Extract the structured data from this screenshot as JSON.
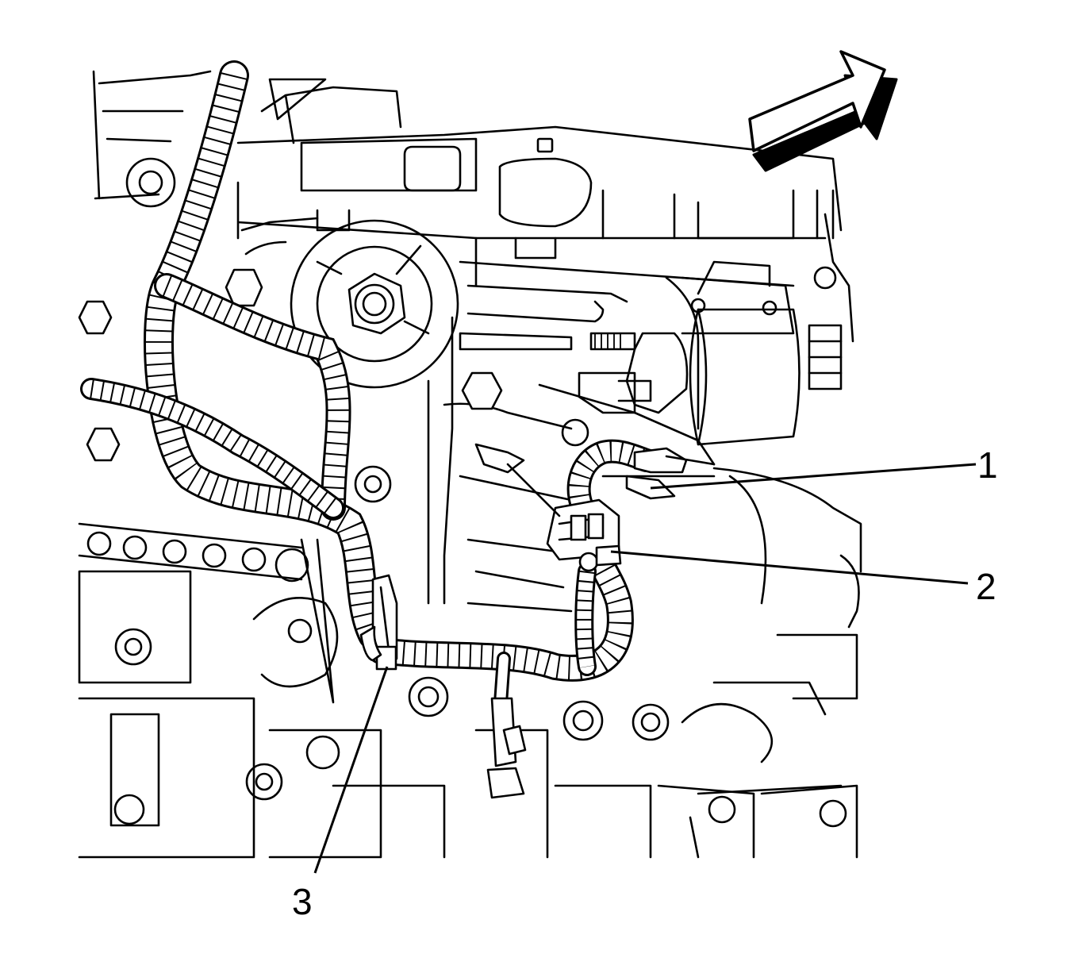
{
  "diagram": {
    "callouts": [
      {
        "id": "callout-1",
        "label": "1"
      },
      {
        "id": "callout-2",
        "label": "2"
      },
      {
        "id": "callout-3",
        "label": "3"
      }
    ],
    "direction_arrow": {
      "icon": "direction-arrow-icon",
      "color": "#000000"
    },
    "colors": {
      "line": "#000000",
      "background": "#ffffff"
    }
  }
}
